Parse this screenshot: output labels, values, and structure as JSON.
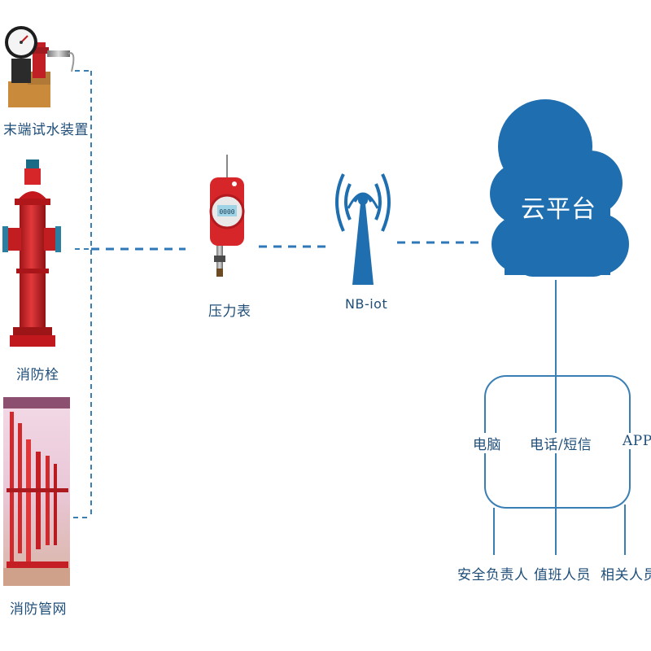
{
  "devices": {
    "test_device": "末端试水装置",
    "hydrant": "消防栓",
    "pipe_network": "消防管网"
  },
  "gauge": {
    "label": "压力表"
  },
  "network": {
    "label": "NB-iot"
  },
  "cloud": {
    "label": "云平台"
  },
  "channels": [
    "电脑",
    "电话/短信",
    "APP"
  ],
  "recipients": [
    "安全负责人",
    "值班人员",
    "相关人员"
  ],
  "colors": {
    "line": "#3a7fb4",
    "cloud": "#1f6fb0",
    "text": "#1f4e79",
    "hydrant_red": "#d7262a"
  }
}
